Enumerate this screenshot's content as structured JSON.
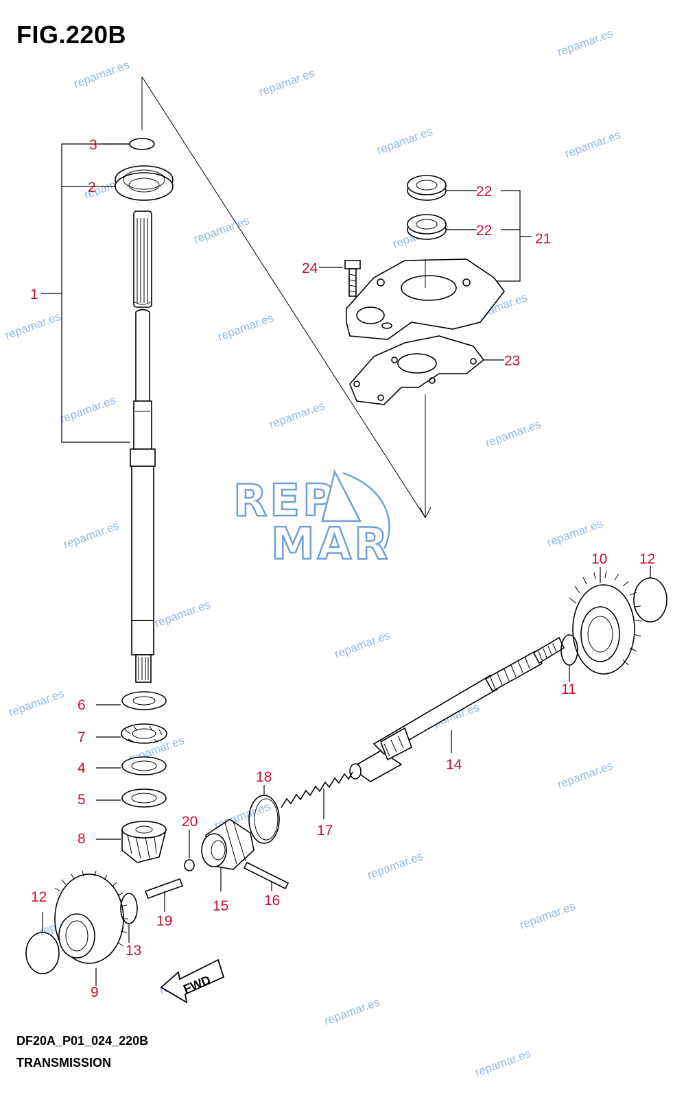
{
  "figure": {
    "title": "FIG.220B"
  },
  "footer": {
    "model_code": "DF20A_P01_024_220B",
    "section": "TRANSMISSION"
  },
  "logo": {
    "line1": "REP",
    "line2": "MAR"
  },
  "watermark": {
    "text": "repamar.es",
    "color": "#6f9fd8"
  },
  "callout_color": "#c8102e",
  "callouts": [
    "1",
    "2",
    "3",
    "4",
    "5",
    "6",
    "7",
    "8",
    "9",
    "10",
    "11",
    "12",
    "12",
    "13",
    "14",
    "15",
    "16",
    "17",
    "18",
    "19",
    "20",
    "21",
    "22",
    "22",
    "23",
    "24"
  ],
  "fwd_label": "FWD"
}
